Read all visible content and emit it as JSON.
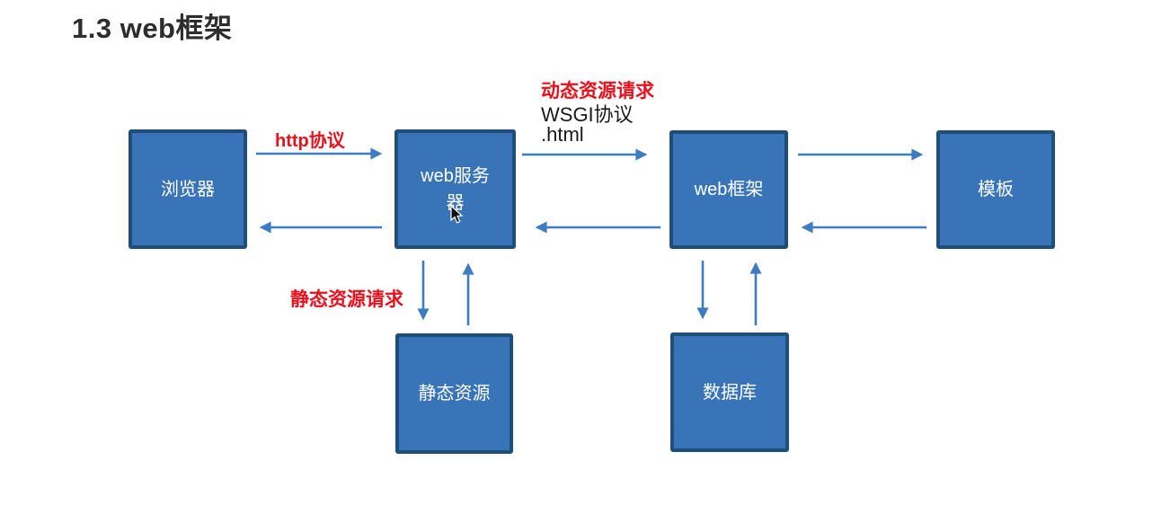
{
  "title": "1.3 web框架",
  "colors": {
    "node_fill": "#3a74b8",
    "node_border": "#1f4e79",
    "arrow": "#3d7cc0",
    "highlight_red": "#e8101c",
    "title_text": "#2d2d2d",
    "node_text": "#ffffff"
  },
  "nodes": {
    "browser": {
      "label": "浏览器"
    },
    "web_server": {
      "label": "web服务器"
    },
    "web_framework": {
      "label": "web框架"
    },
    "template": {
      "label": "模板"
    },
    "static_resources": {
      "label": "静态资源"
    },
    "database": {
      "label": "数据库"
    }
  },
  "edge_labels": {
    "http_protocol": "http协议",
    "dynamic_request": "动态资源请求",
    "wsgi_protocol": "WSGI协议",
    "html_file": ".html",
    "static_request": "静态资源请求"
  },
  "icons": {
    "mouse_cursor": "arrow-pointer"
  }
}
